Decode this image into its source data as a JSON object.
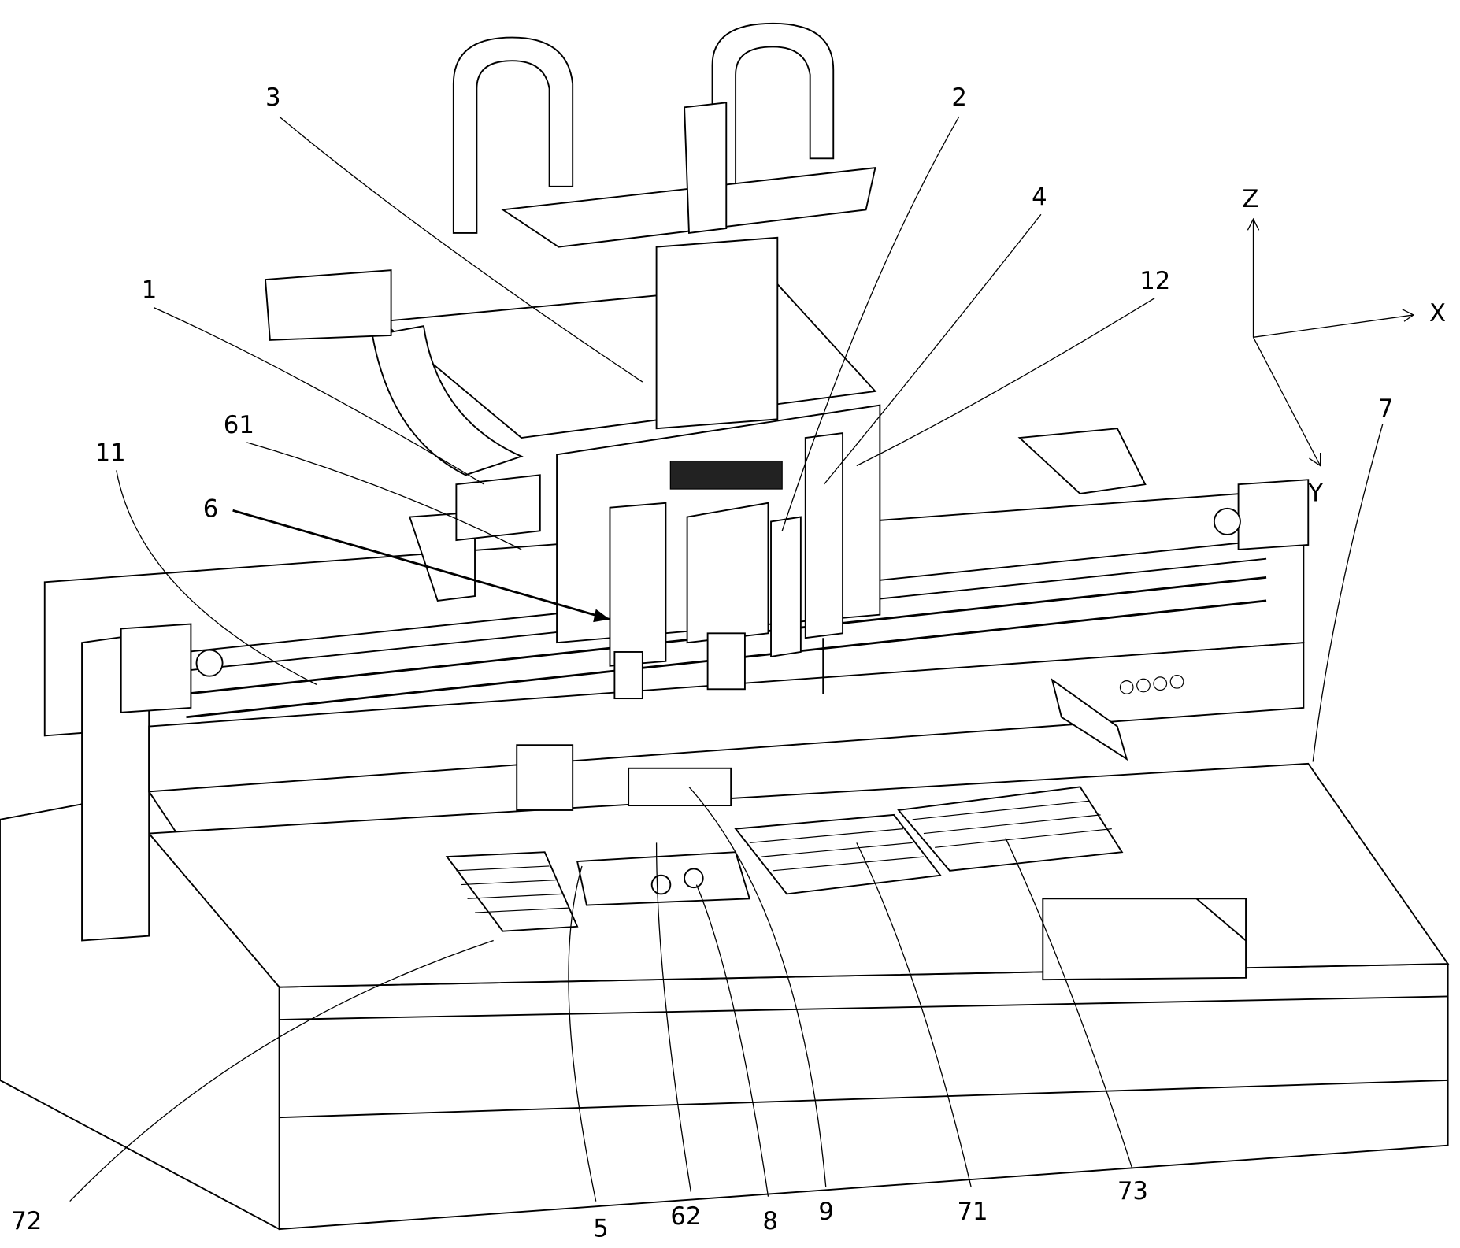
{
  "figure": {
    "labels": {
      "l1": "1",
      "l2": "2",
      "l3": "3",
      "l4": "4",
      "l5": "5",
      "l6": "6",
      "l7": "7",
      "l8": "8",
      "l9": "9",
      "l11": "11",
      "l12": "12",
      "l61": "61",
      "l62": "62",
      "l71": "71",
      "l72": "72",
      "l73": "73"
    },
    "axes": {
      "z": "Z",
      "x": "X",
      "y": "Y"
    }
  }
}
